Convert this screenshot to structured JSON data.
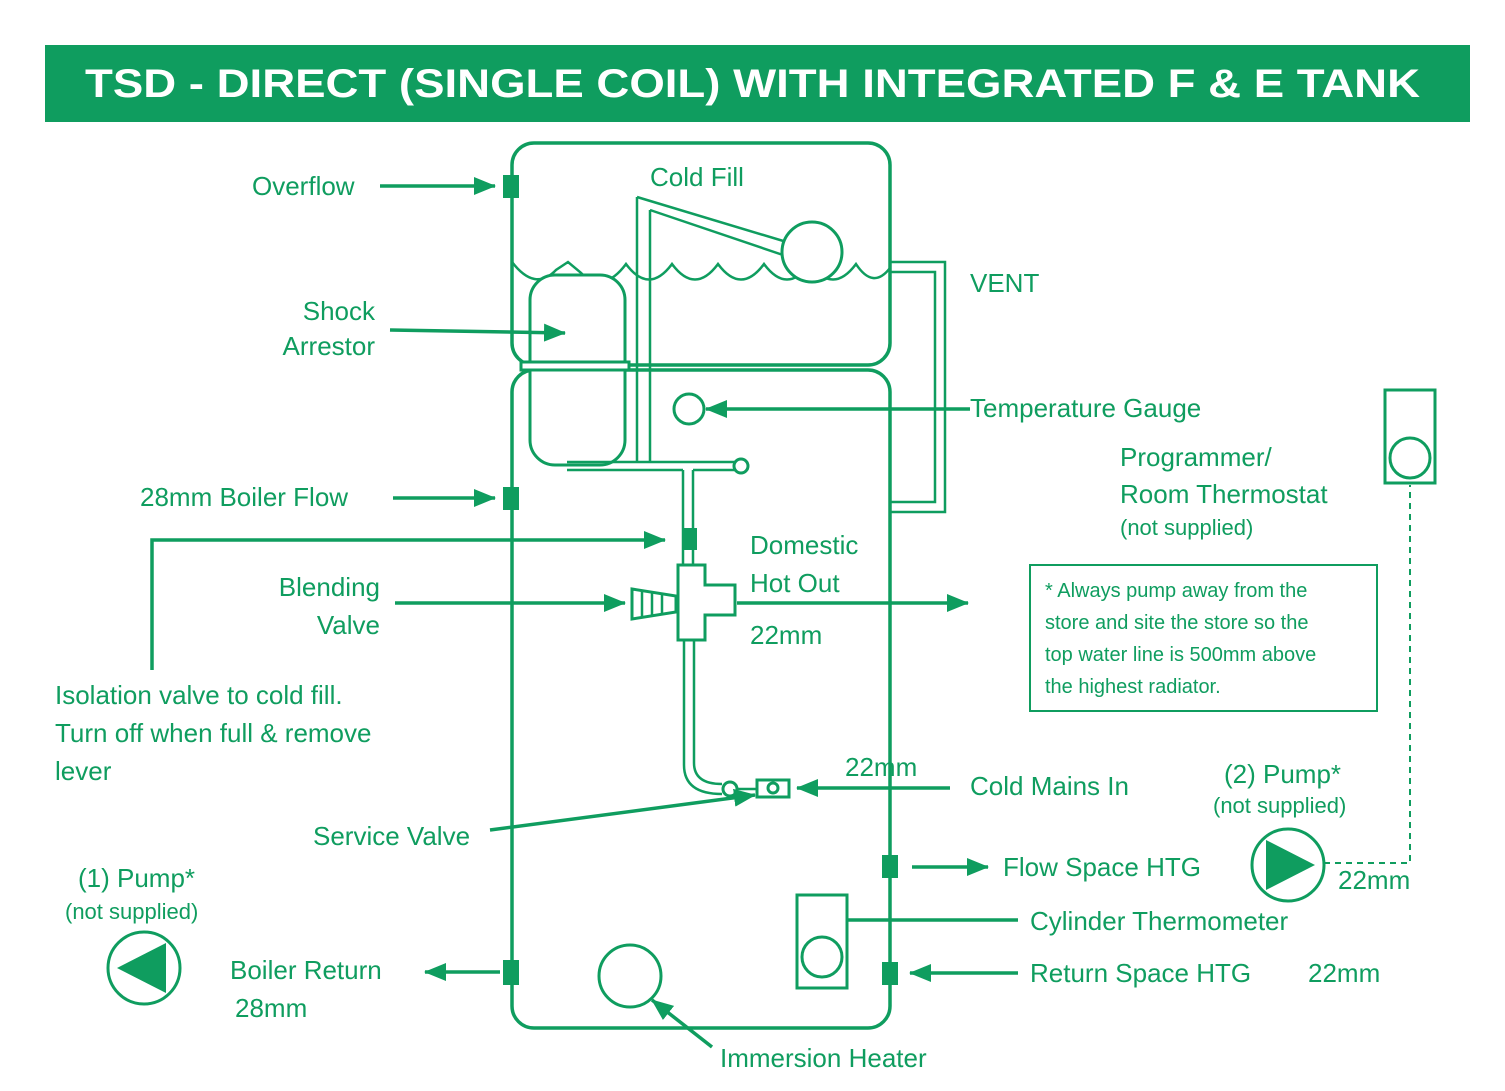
{
  "title": "TSD - DIRECT (SINGLE COIL) WITH INTEGRATED F & E TANK",
  "colors": {
    "accent": "#0f9d5f",
    "background": "#ffffff",
    "title_text": "#ffffff"
  },
  "labels": {
    "overflow": "Overflow",
    "cold_fill": "Cold Fill",
    "vent": "VENT",
    "shock_arrestor": [
      "Shock",
      "Arrestor"
    ],
    "temperature_gauge": "Temperature Gauge",
    "programmer": [
      "Programmer/",
      "Room Thermostat"
    ],
    "programmer_note": "(not supplied)",
    "boiler_flow": "28mm Boiler Flow",
    "domestic_hot_out": [
      "Domestic",
      "Hot Out"
    ],
    "domestic_hot_out_size": "22mm",
    "blending_valve": [
      "Blending",
      "Valve"
    ],
    "isolation_valve": [
      "Isolation valve to cold fill.",
      "Turn off when full & remove",
      "lever"
    ],
    "cold_mains_size": "22mm",
    "cold_mains_in": "Cold Mains In",
    "service_valve": "Service Valve",
    "flow_space_htg": "Flow Space HTG",
    "cylinder_thermometer": "Cylinder Thermometer",
    "return_space_htg": "Return Space HTG",
    "return_space_size": "22mm",
    "boiler_return": "Boiler Return",
    "boiler_return_size": "28mm",
    "immersion_heater": "Immersion Heater"
  },
  "pumps": [
    {
      "label": "(1) Pump*",
      "note": "(not supplied)"
    },
    {
      "label": "(2) Pump*",
      "note": "(not supplied)",
      "size": "22mm"
    }
  ],
  "note": [
    "* Always pump away from the",
    "store and site the store so the",
    "top water line is 500mm above",
    "the highest radiator."
  ]
}
